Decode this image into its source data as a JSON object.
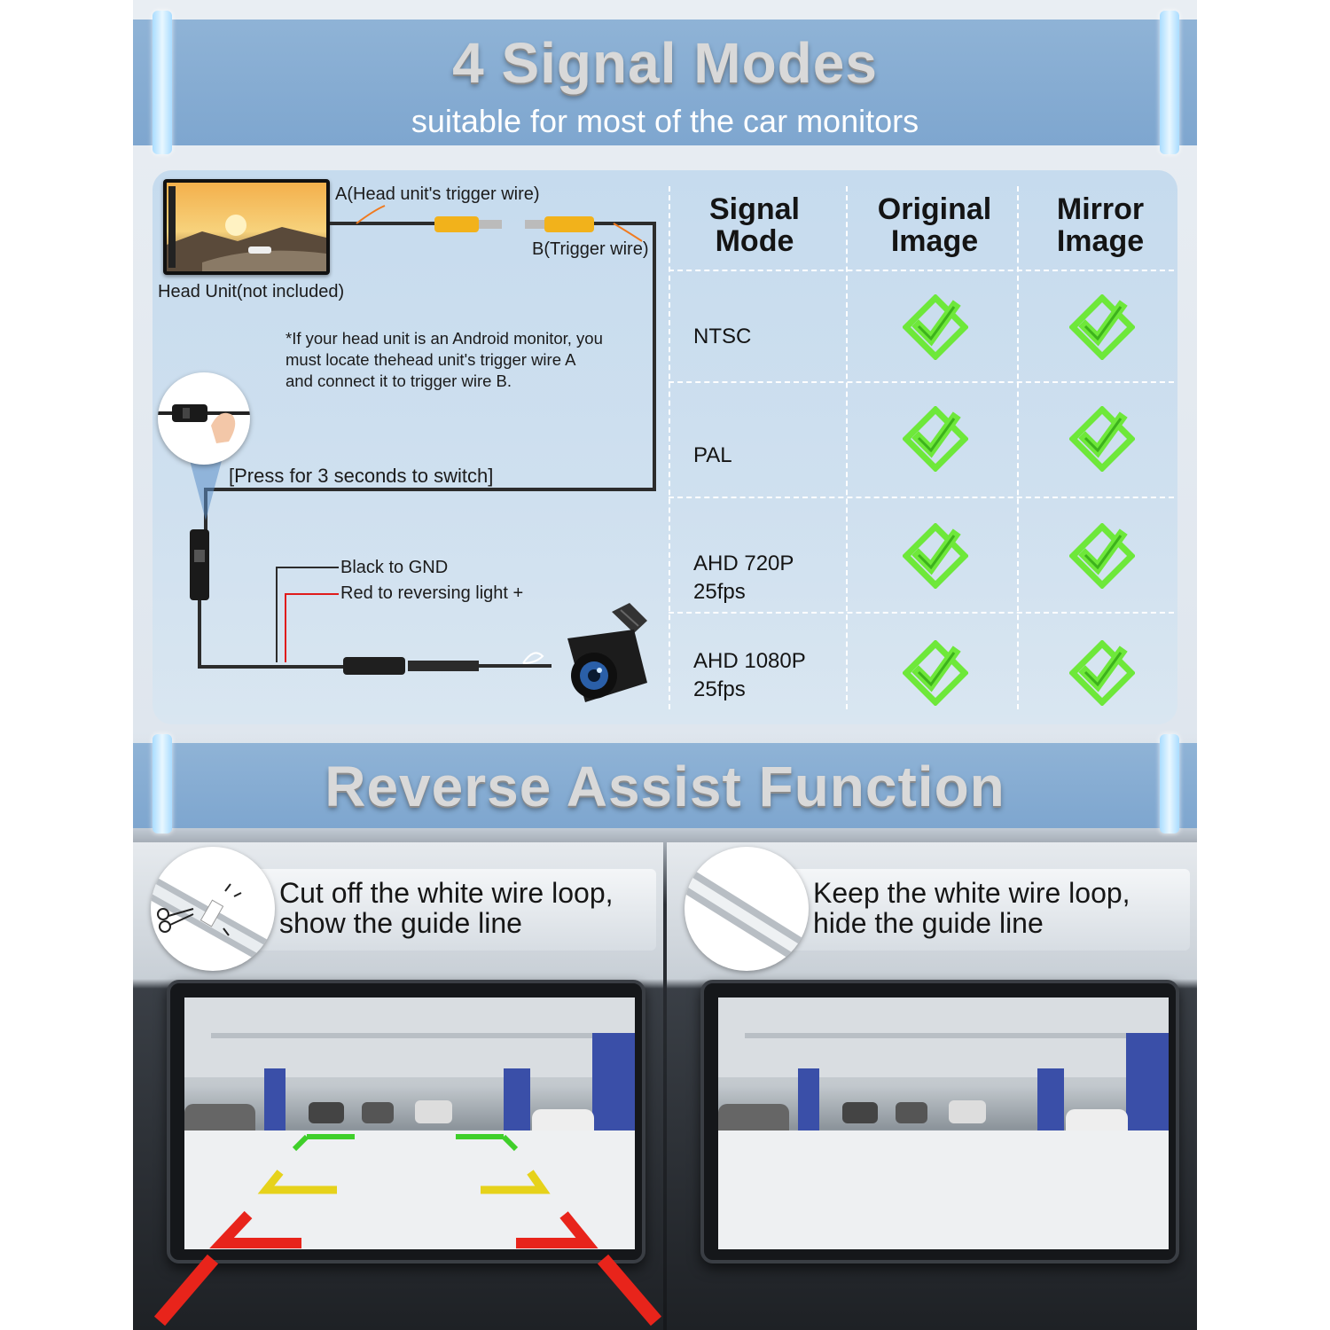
{
  "header": {
    "title": "4 Signal Modes",
    "subtitle": "suitable for most of the car monitors"
  },
  "wiring": {
    "label_a": "A(Head unit's trigger wire)",
    "label_b": "B(Trigger wire)",
    "head_unit_label": "Head Unit(not included)",
    "android_note": "*If your head unit is an Android monitor, you\nmust locate thehead unit's trigger wire A\nand connect it to trigger wire B.",
    "press_note": "[Press for 3 seconds to switch]",
    "black_wire": "Black to GND",
    "red_wire": "Red to reversing light +"
  },
  "table": {
    "headers": [
      "Signal\nMode",
      "Original\nImage",
      "Mirror\nImage"
    ],
    "rows": [
      {
        "mode": "NTSC",
        "original": true,
        "mirror": true
      },
      {
        "mode": "PAL",
        "original": true,
        "mirror": true
      },
      {
        "mode": "AHD 720P\n25fps",
        "original": true,
        "mirror": true
      },
      {
        "mode": "AHD 1080P\n25fps",
        "original": true,
        "mirror": true
      }
    ],
    "check_color": "#6ee83a"
  },
  "reverse": {
    "title": "Reverse Assist Function",
    "left_note": "Cut off the white wire loop,\nshow the guide line",
    "right_note": "Keep the white wire loop,\nhide the guide line"
  },
  "colors": {
    "banner": "#7ea6cf",
    "panel": "#c6dbee",
    "guide_green": "#3fcf2a",
    "guide_yellow": "#e6d21b",
    "guide_red": "#e8241b"
  }
}
